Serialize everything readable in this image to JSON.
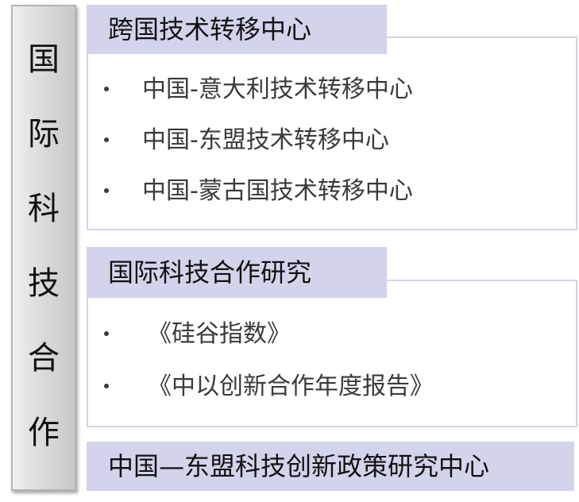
{
  "sidebar": {
    "chars": [
      "国",
      "际",
      "科",
      "技",
      "合",
      "作"
    ]
  },
  "section1": {
    "title": "跨国技术转移中心",
    "items": [
      "中国-意大利技术转移中心",
      "中国-东盟技术转移中心",
      "中国-蒙古国技术转移中心"
    ]
  },
  "section2": {
    "title": "国际科技合作研究",
    "items": [
      "《硅谷指数》",
      "《中以创新合作年度报告》"
    ]
  },
  "section3": {
    "title": "中国—东盟科技创新政策研究中心"
  },
  "colors": {
    "header_fill": "#d3d3ec",
    "sidebar_fill": "#dcdcdc",
    "text": "#111111"
  }
}
